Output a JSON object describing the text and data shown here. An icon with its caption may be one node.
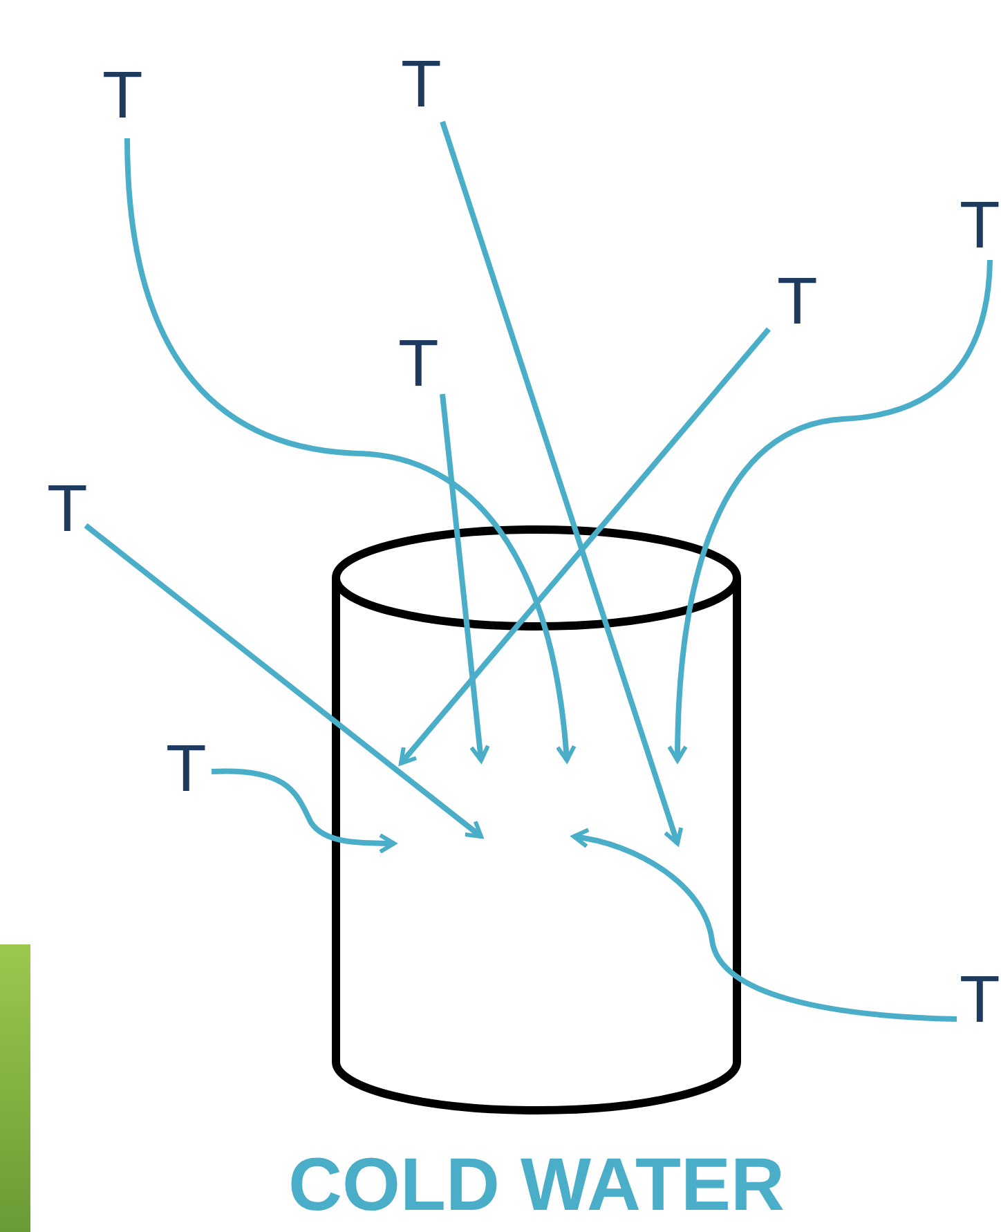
{
  "diagram": {
    "nodes": [
      {
        "text": [
          "T"
        ]
      },
      {
        "text": [
          "T"
        ]
      },
      {
        "text": [
          "T"
        ]
      },
      {
        "text": [
          "T"
        ]
      },
      {
        "text": [
          "T"
        ]
      },
      {
        "text": [
          "T"
        ]
      },
      {
        "text": [
          "T"
        ]
      },
      {
        "text": [
          "T"
        ]
      },
      {
        "text": [
          "COLD WATER"
        ]
      },
      {
        "text": [],
        "shape": "bar"
      }
    ],
    "edges": [
      {
        "from": 0,
        "to": 8,
        "arrow": "to"
      },
      {
        "from": 1,
        "to": 8,
        "arrow": "to"
      },
      {
        "from": 2,
        "to": 8,
        "arrow": "to"
      },
      {
        "from": 3,
        "to": 8,
        "arrow": "to"
      },
      {
        "from": 4,
        "to": 8,
        "arrow": "to"
      },
      {
        "from": 5,
        "to": 8,
        "arrow": "to"
      },
      {
        "from": 6,
        "to": 8,
        "arrow": "to"
      },
      {
        "from": 7,
        "to": 8,
        "arrow": "to"
      }
    ]
  }
}
